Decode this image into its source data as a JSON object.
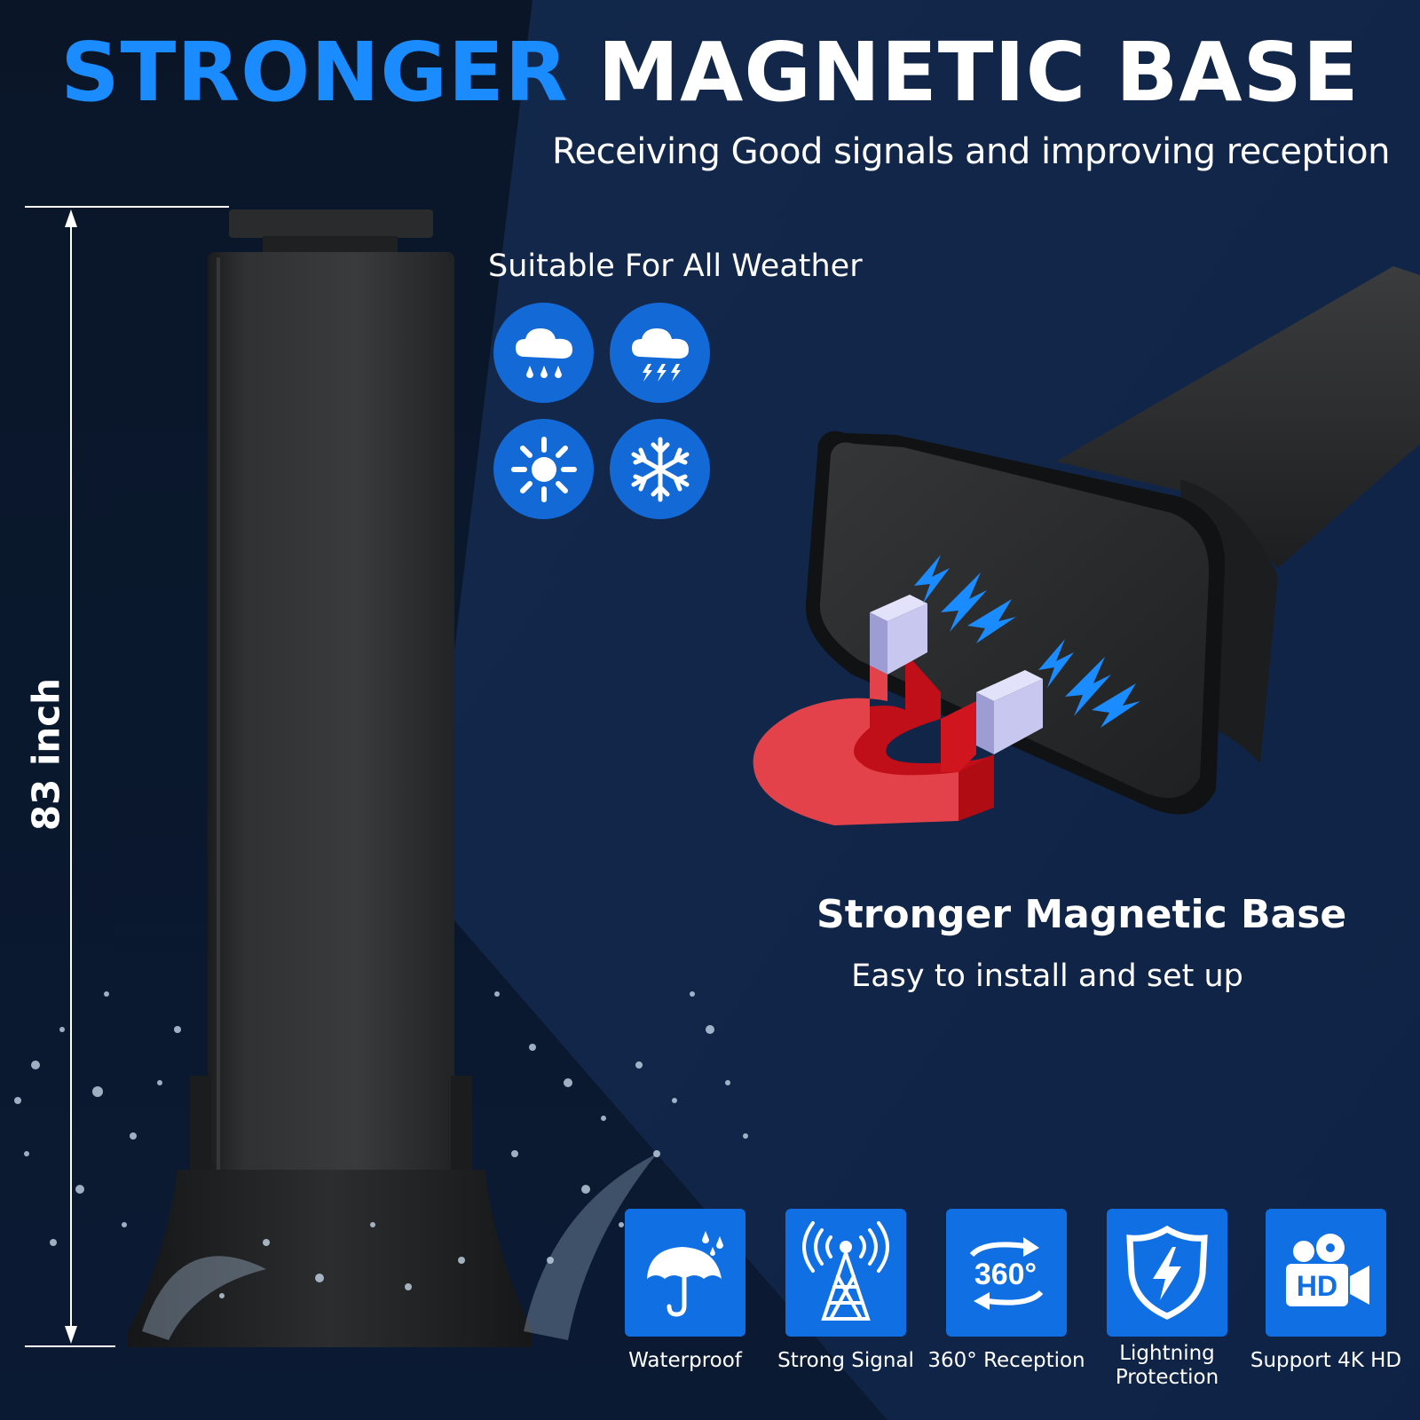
{
  "title": {
    "part1": "STRONGER",
    "part2": "MAGNETIC BASE"
  },
  "subtitle": "Receiving Good signals and improving reception",
  "weather": {
    "label": "Suitable For All Weather",
    "icons": [
      "rain-cloud-icon",
      "thunderstorm-icon",
      "sun-icon",
      "snowflake-icon"
    ]
  },
  "height_label": "83 inch",
  "magnet": {
    "title": "Stronger Magnetic Base",
    "subtitle": "Easy to install and set up"
  },
  "features": [
    {
      "label": "Waterproof",
      "icon": "umbrella-rain-icon"
    },
    {
      "label": "Strong Signal",
      "icon": "signal-tower-icon"
    },
    {
      "label": "360° Reception",
      "icon": "rotate-360-icon"
    },
    {
      "label": "Lightning Protection",
      "icon": "shield-lightning-icon"
    },
    {
      "label": "Support 4K HD",
      "icon": "hd-camera-icon"
    }
  ],
  "colors": {
    "accent": "#1a8cff",
    "background": "#0c1a31",
    "icon_blue": "#1070e3",
    "magnet_red": "#e0141c"
  }
}
